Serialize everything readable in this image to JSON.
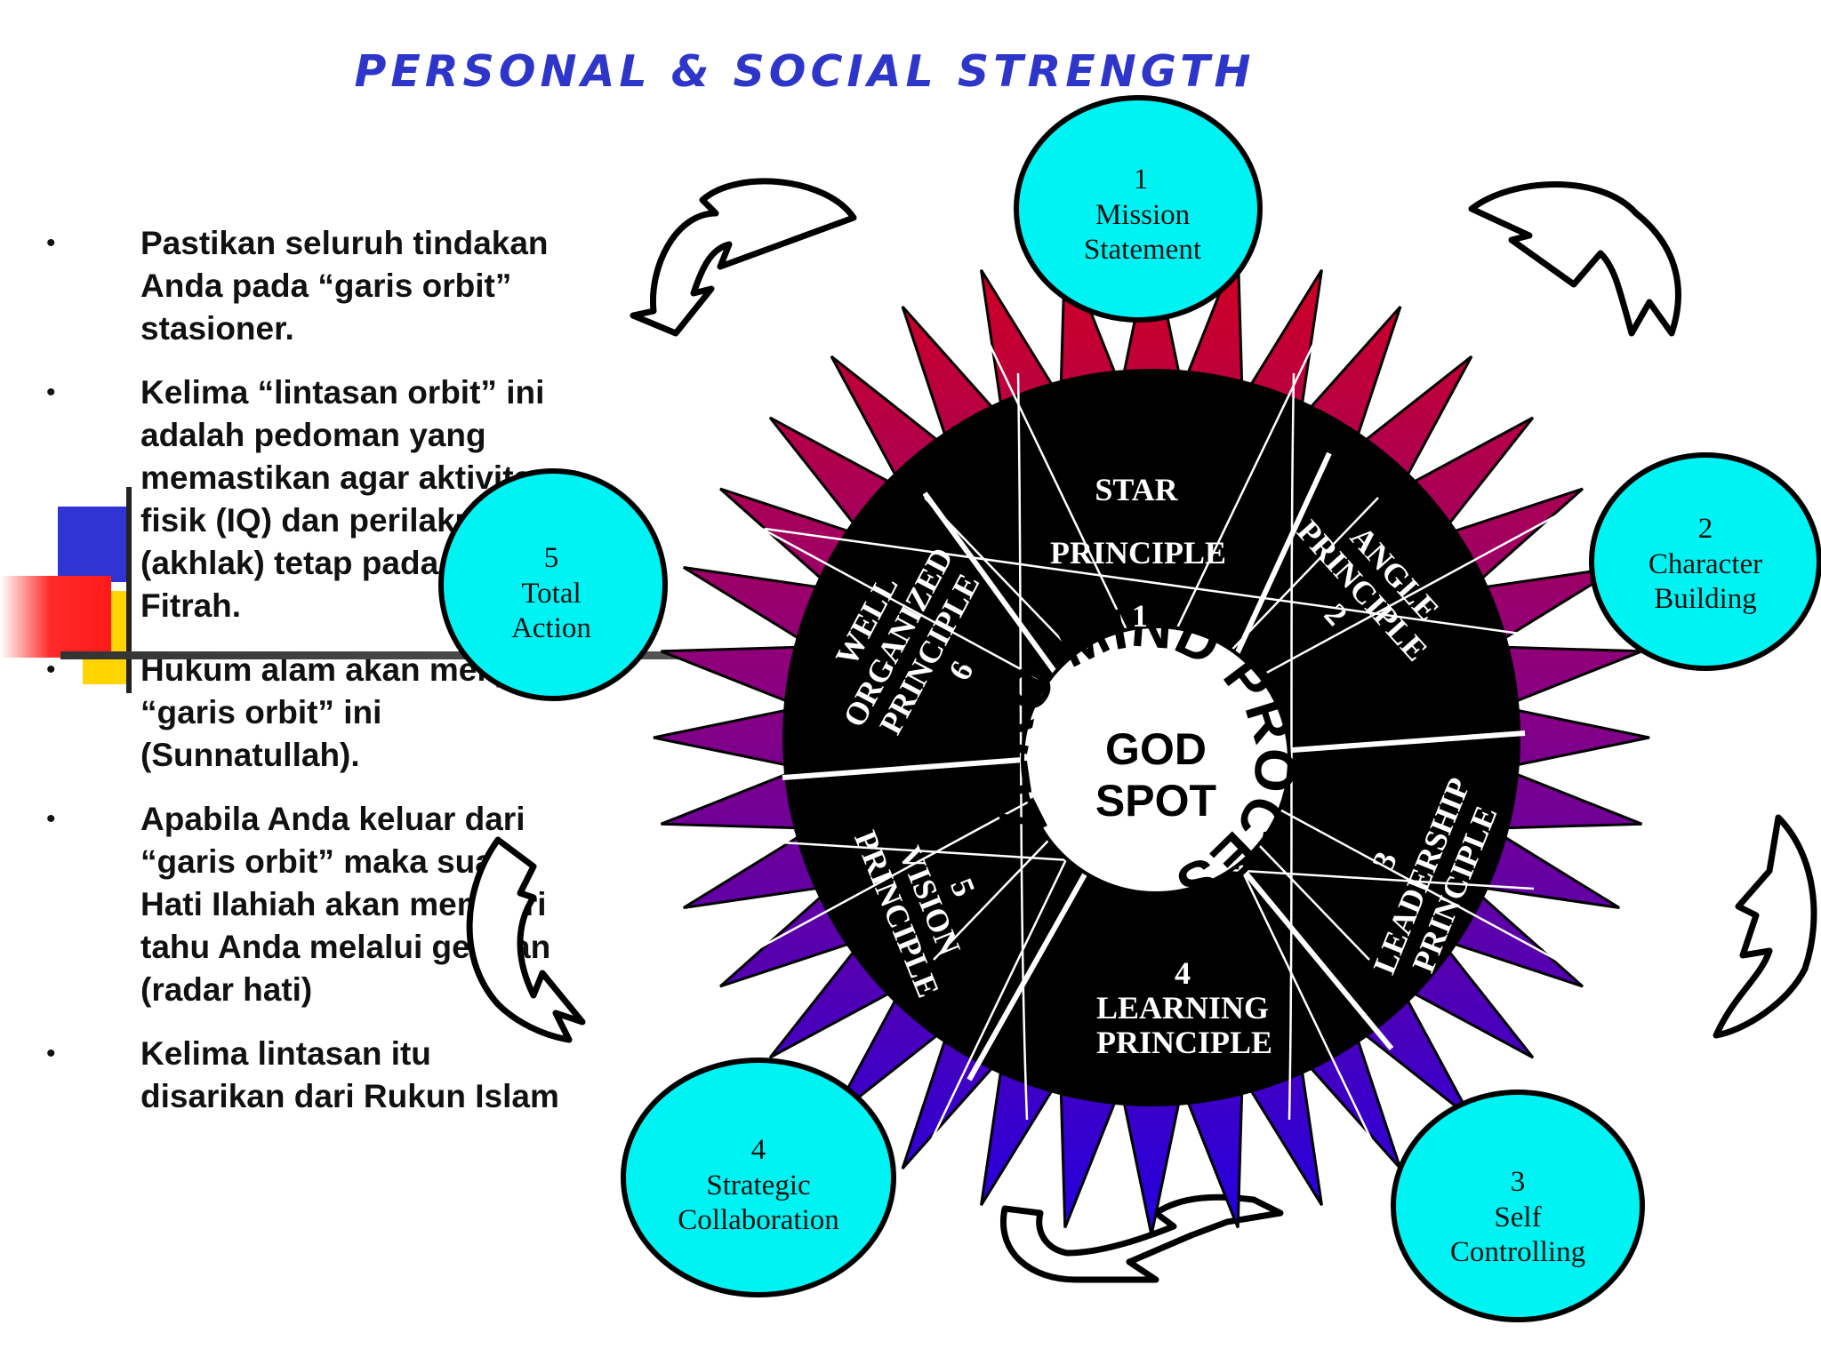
{
  "title": "PERSONAL & SOCIAL STRENGTH",
  "bullets": [
    {
      "marker": "•",
      "text": "Pastikan seluruh tindakan Anda pada “garis orbit” stasioner."
    },
    {
      "marker": "•",
      "text": "Kelima “lintasan orbit” ini adalah pedoman yang memastikan agar aktivitas fisik (IQ) dan perilaku (akhlak) tetap pada garis Fitrah."
    },
    {
      "marker": "•",
      "text": "Hukum alam akan menjaga “garis orbit” ini (Sunnatullah)."
    },
    {
      "marker": "•",
      "text": "Apabila Anda keluar dari “garis orbit” maka suara Hati Ilahiah akan memberi tahu Anda melalui getaran (radar hati)"
    },
    {
      "marker": "•",
      "text": "Kelima lintasan itu disarikan dari Rukun Islam"
    }
  ],
  "orbit_circles": [
    {
      "number": "1",
      "line1": "Mission",
      "line2": "Statement"
    },
    {
      "number": "2",
      "line1": "Character",
      "line2": "Building"
    },
    {
      "number": "3",
      "line1": "Self",
      "line2": "Controlling"
    },
    {
      "number": "4",
      "line1": "Strategic",
      "line2": "Collaboration"
    },
    {
      "number": "5",
      "line1": "Total",
      "line2": "Action"
    }
  ],
  "principles": [
    {
      "line1": "STAR",
      "line2": "PRINCIPLE",
      "number": "1"
    },
    {
      "line1": "ANGLE",
      "line2": "PRINCIPLE",
      "number": "2"
    },
    {
      "line1": "LEADERSHIP",
      "line2": "PRINCIPLE",
      "number": "3"
    },
    {
      "line1": "LEARNING",
      "line2": "PRINCIPLE",
      "number": "4"
    },
    {
      "line1": "VISION",
      "line2": "PRINCIPLE",
      "number": "5"
    },
    {
      "line1": "WELL",
      "line2": "ORGANIZED",
      "line3": "PRINCIPLE",
      "number": "6"
    }
  ],
  "center": {
    "ring_text": "ZERO MIND PROCESS",
    "line1": "GOD",
    "line2": "SPOT"
  },
  "colors": {
    "title": "#2e35c9",
    "circle_fill": "#00f3f3",
    "disc": "#000000",
    "spike_top": "#d4001c",
    "spike_bottom": "#2200e0"
  }
}
